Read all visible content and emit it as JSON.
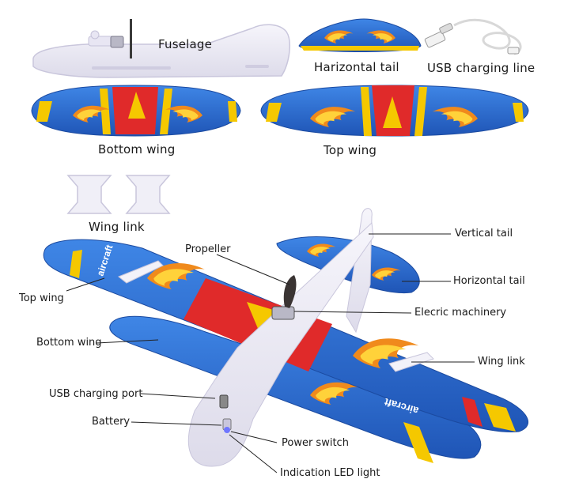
{
  "parts": {
    "fuselage": "Fuselage",
    "horizontal_tail": "Harizontal tail",
    "usb_line": "USB charging line",
    "bottom_wing": "Bottom wing",
    "top_wing": "Top wing",
    "wing_link": "Wing link",
    "wing_print": "aircraft"
  },
  "callouts": {
    "propeller": "Propeller",
    "vertical_tail": "Vertical tail",
    "horizontal_tail": "Horizontal tail",
    "top_wing": "Top wing",
    "electric_machinery": "Elecric machinery",
    "bottom_wing": "Bottom wing",
    "wing_link": "Wing link",
    "usb_port": "USB charging port",
    "battery": "Battery",
    "power_switch": "Power switch",
    "led": "Indication LED light"
  },
  "colors": {
    "wing_blue": "#2f6fd0",
    "wing_red": "#e02a2a",
    "wing_yellow": "#f5c800",
    "foam_white": "#eceaf6"
  }
}
